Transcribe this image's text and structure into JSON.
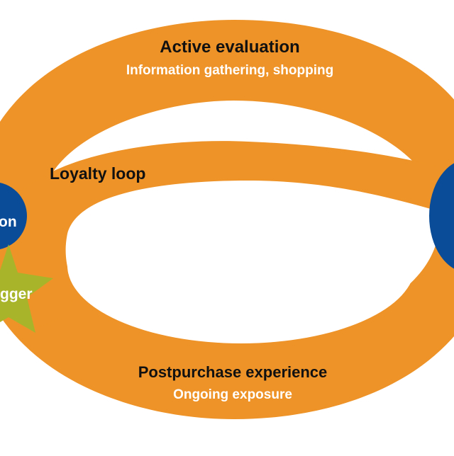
{
  "diagram": {
    "outer_loop": {
      "title": "Active evaluation",
      "subtitle": "Information gathering, shopping"
    },
    "inner_loop": {
      "title": "Loyalty loop"
    },
    "bottom": {
      "title": "Postpurchase experience",
      "subtitle": "Ongoing exposure"
    },
    "left_node": {
      "label": "on"
    },
    "trigger": {
      "label": "gger"
    }
  },
  "colors": {
    "loop": "#ee9327",
    "node": "#0a4c98",
    "trigger": "#a8b52a",
    "text_dark": "#111111",
    "text_light": "#ffffff"
  }
}
